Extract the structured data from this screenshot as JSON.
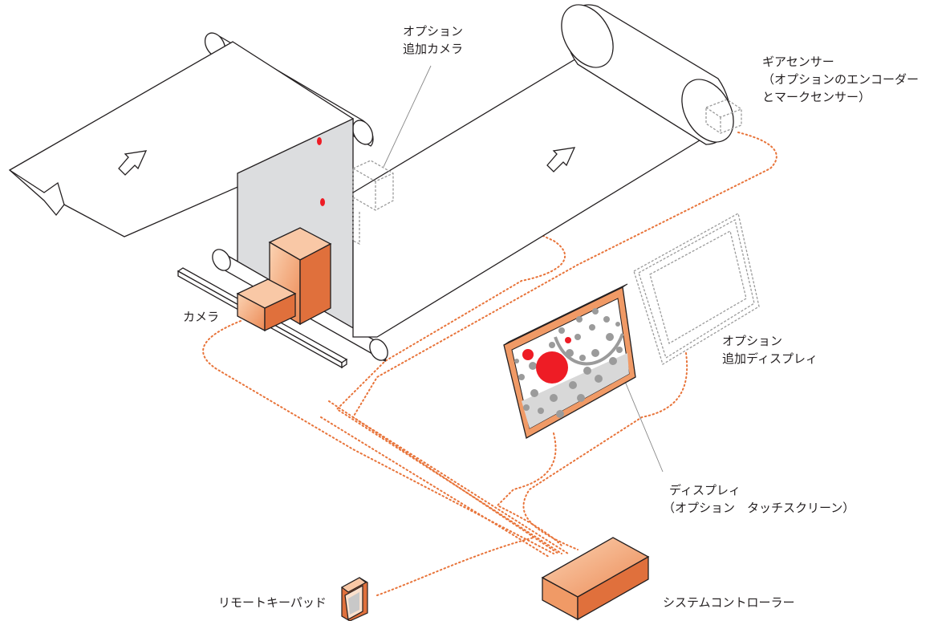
{
  "labels": {
    "optional_camera": [
      "オプション",
      "追加カメラ"
    ],
    "gear_sensor": [
      "ギアセンサー",
      "（オプションのエンコーダー",
      "とマークセンサー）"
    ],
    "camera": "カメラ",
    "optional_display": [
      "オプション",
      "追加ディスプレィ"
    ],
    "display": [
      "ディスプレィ",
      "（オプション　タッチスクリーン）"
    ],
    "remote_keypad": "リモートキーパッド",
    "system_controller": "システムコントローラー"
  },
  "colors": {
    "outline": "#231f20",
    "panel_gray": "#dcdddf",
    "orange_light": "#f9c8a6",
    "orange_mid": "#f09a66",
    "orange_dark": "#e0703c",
    "cable": "#e8743a",
    "mark_red": "#ee1c25",
    "dashed_gray": "#9a9a9a",
    "leader": "#888888"
  }
}
